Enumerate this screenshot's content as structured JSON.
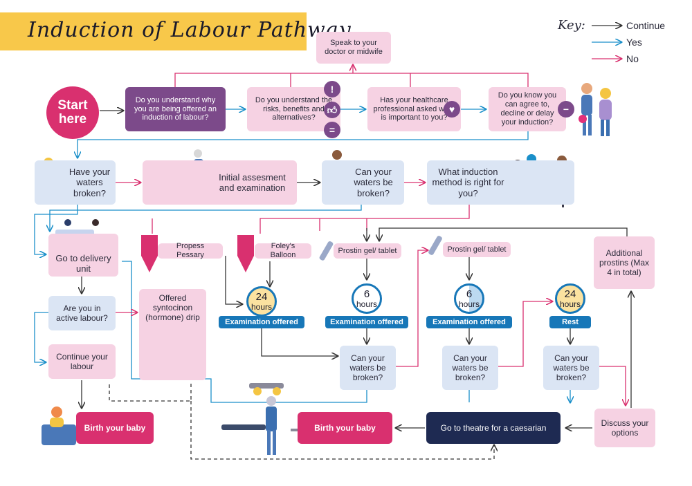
{
  "title": "Induction of Labour Pathway",
  "start": "Start here",
  "key": {
    "title": "Key:",
    "continue": "Continue",
    "yes": "Yes",
    "no": "No"
  },
  "colors": {
    "continue": "#333333",
    "yes": "#1a8fc9",
    "no": "#d9306f",
    "pink_box": "#f6d2e3",
    "blue_box": "#dbe5f4",
    "purple_box": "#7c4a8a",
    "magenta_box": "#d9306f",
    "navy_box": "#1e2a52",
    "title_band": "#f8c84a"
  },
  "nodes": {
    "speak": "Speak to your doctor or midwife",
    "q_understand_why": "Do you understand why you are being offered an induction of labour?",
    "q_understand_risks": "Do you understand the risks, benefits and alternatives?",
    "q_professional": "Has your healthcare professional asked what is important to you?",
    "q_know": "Do you know you can agree to, decline or delay your induction?",
    "q_waters1": "Have your waters broken?",
    "initial": "Initial assesment and examination",
    "q_waters2": "Can your waters be broken?",
    "q_method": "What induction method is right for you?",
    "delivery": "Go to delivery unit",
    "propess": "Propess Pessary",
    "foley": "Foley's Balloon",
    "prostin1": "Prostin gel/ tablet",
    "prostin2": "Prostin gel/ tablet",
    "additional": "Additional prostins (Max 4 in total)",
    "q_active": "Are you in active labour?",
    "syntocinon": "Offered syntocinon (hormone) drip",
    "continue_labour": "Continue your labour",
    "q_waters3": "Can your waters be broken?",
    "q_waters4": "Can your waters be broken?",
    "q_waters5": "Can your waters be broken?",
    "birth1": "Birth your baby",
    "birth2": "Birth your baby",
    "theatre": "Go to theatre for a caesarian",
    "discuss": "Discuss your options"
  },
  "timers": [
    {
      "num": "24",
      "unit": "hours",
      "label": "Examination offered"
    },
    {
      "num": "6",
      "unit": "hours",
      "label": "Examination offered"
    },
    {
      "num": "6",
      "unit": "hours",
      "label": "Examination offered"
    },
    {
      "num": "24",
      "unit": "hours",
      "label": "Rest"
    }
  ],
  "icons": [
    "exclamation-icon",
    "thumbs-up-icon",
    "equals-icon",
    "heart-icon",
    "minus-icon"
  ]
}
